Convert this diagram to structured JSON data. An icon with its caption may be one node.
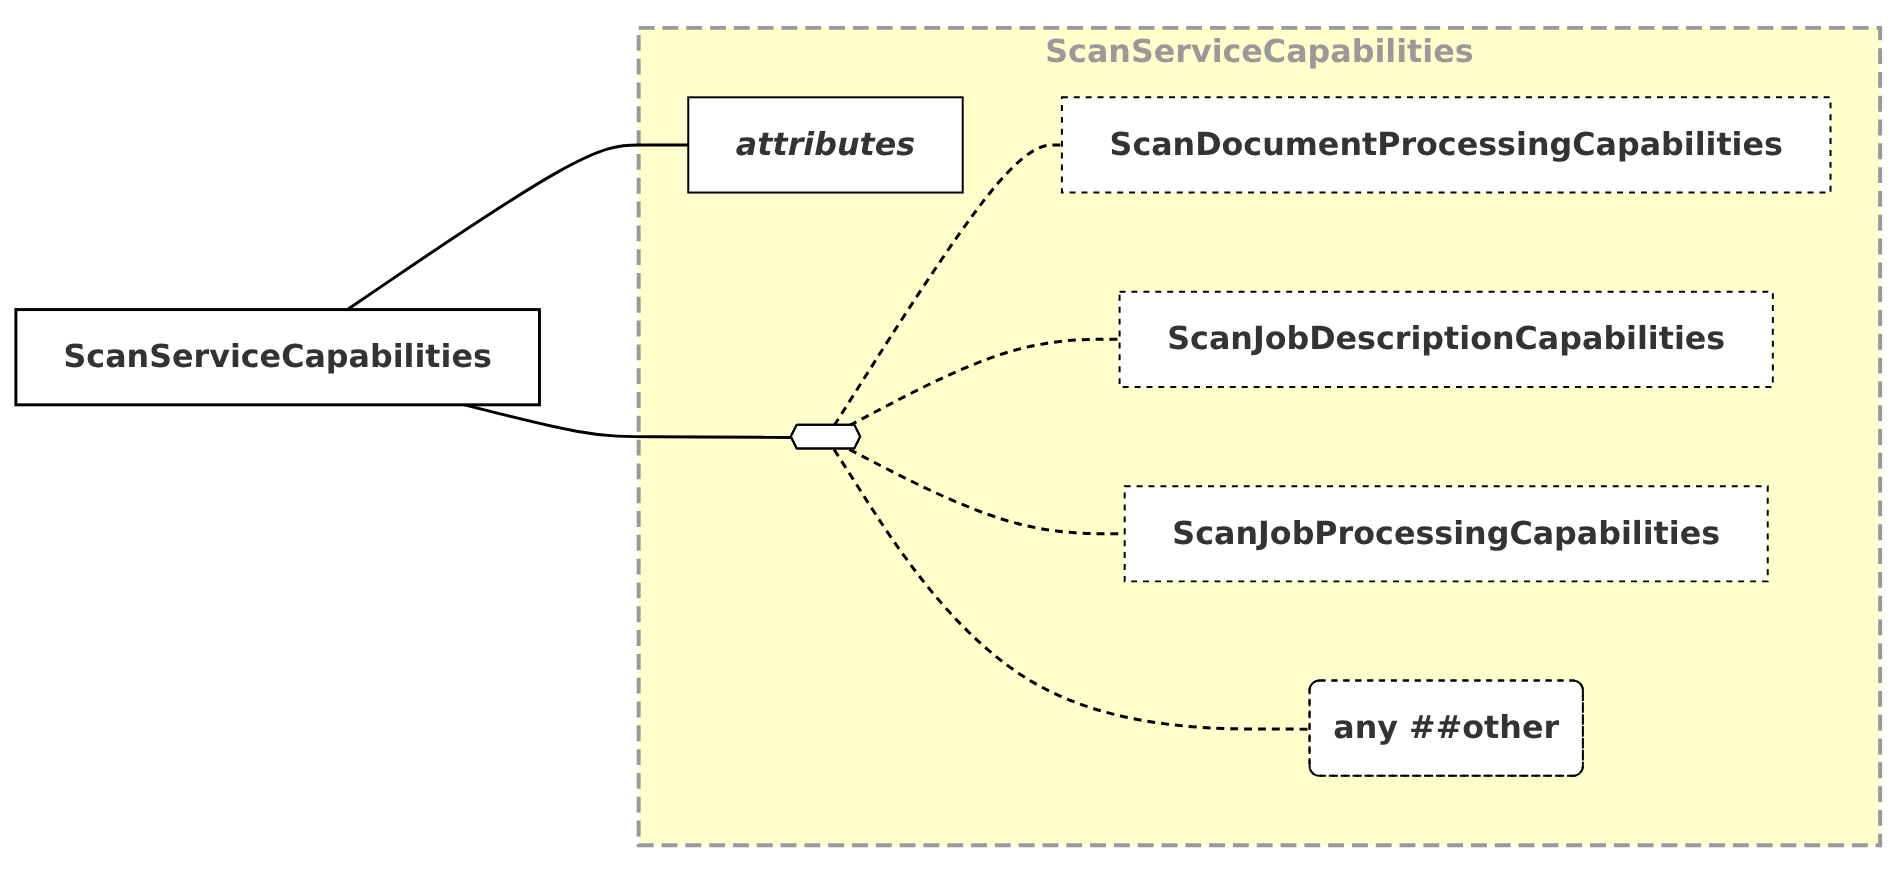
{
  "diagram": {
    "nodes": [
      {
        "text": [
          "ScanServiceCapabilities"
        ]
      },
      {
        "text": [
          "ScanServiceCapabilities"
        ]
      },
      {
        "text": [
          "attributes"
        ],
        "in": 1
      },
      {
        "text": [],
        "shape": "octagon",
        "in": 1
      },
      {
        "text": [
          "ScanDocumentProcessingCapabilities"
        ],
        "in": 1
      },
      {
        "text": [
          "ScanJobDescriptionCapabilities"
        ],
        "in": 1
      },
      {
        "text": [
          "ScanJobProcessingCapabilities"
        ],
        "in": 1
      },
      {
        "text": [
          "any ##other"
        ],
        "in": 1
      }
    ],
    "edges": [
      {
        "from": 0,
        "to": 2,
        "arrow": "none"
      },
      {
        "from": 0,
        "to": 3,
        "arrow": "none"
      },
      {
        "from": 3,
        "to": 4,
        "arrow": "none",
        "style": "dashed"
      },
      {
        "from": 3,
        "to": 5,
        "arrow": "none",
        "style": "dashed"
      },
      {
        "from": 3,
        "to": 6,
        "arrow": "none",
        "style": "dashed"
      },
      {
        "from": 3,
        "to": 7,
        "arrow": "none",
        "style": "dashed"
      }
    ]
  }
}
